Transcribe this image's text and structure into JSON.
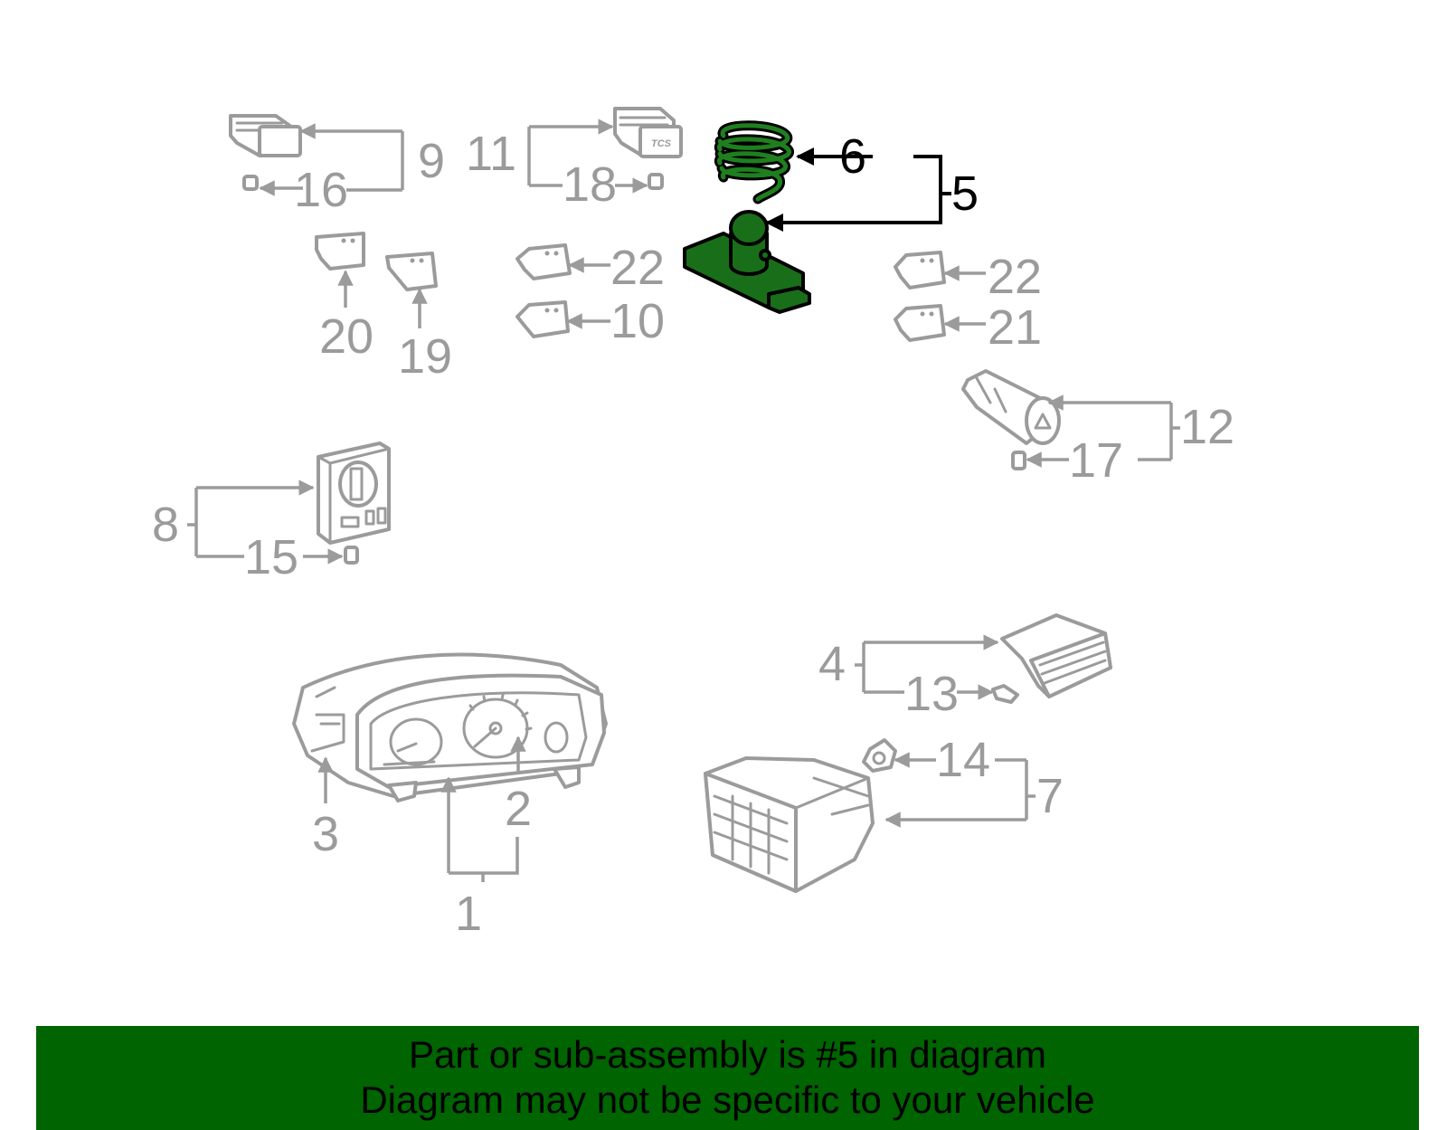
{
  "diagram": {
    "callouts": [
      "1",
      "2",
      "3",
      "4",
      "5",
      "6",
      "7",
      "8",
      "9",
      "10",
      "11",
      "12",
      "13",
      "14",
      "15",
      "16",
      "17",
      "18",
      "19",
      "20",
      "21",
      "22",
      "22"
    ],
    "highlighted_callouts": [
      "5",
      "6"
    ],
    "stamped_text": {
      "tcs": "TCS"
    },
    "colors": {
      "highlight_fill": "#196f19",
      "line": "#9b9b9b",
      "outline": "#000000"
    }
  },
  "banner": {
    "line1": "Part or sub-assembly is #5 in diagram",
    "line2": "Diagram may not be specific to your vehicle",
    "color": "#006400"
  }
}
